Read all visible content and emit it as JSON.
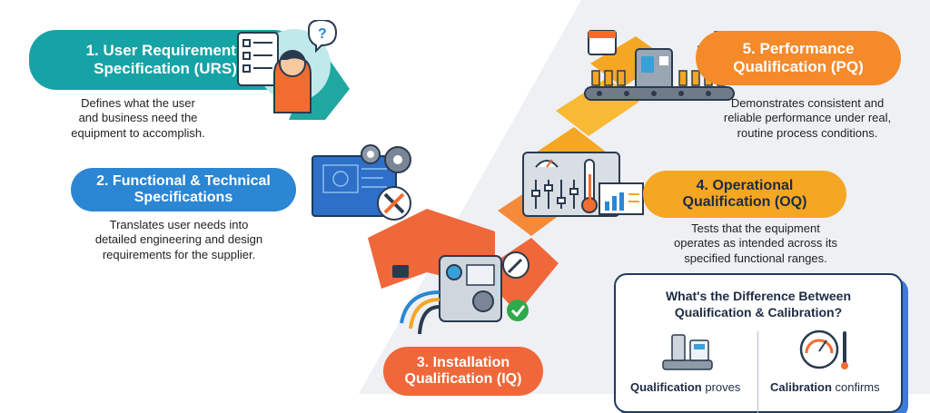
{
  "steps": [
    {
      "number": "1.",
      "title_line1": "User Requirements",
      "title_line2": "Specification (URS)",
      "desc_lines": [
        "Defines what the user",
        "and business need the",
        "equipment to accomplish."
      ],
      "color": "#16a3a6"
    },
    {
      "number": "2.",
      "title_line1": "Functional & Technical",
      "title_line2": "Specifications",
      "desc_lines": [
        "Translates user needs into",
        "detailed engineering and design",
        "requirements for the supplier."
      ],
      "color": "#2b86d4"
    },
    {
      "number": "3.",
      "title_line1": "Installation",
      "title_line2": "Qualification (IQ)",
      "desc_lines": [],
      "color": "#f0673a"
    },
    {
      "number": "4.",
      "title_line1": "Operational",
      "title_line2": "Qualification (OQ)",
      "desc_lines": [
        "Tests that the equipment",
        "operates as intended across its",
        "specified functional ranges."
      ],
      "color": "#f5a623"
    },
    {
      "number": "5.",
      "title_line1": "Performance",
      "title_line2": "Qualification (PQ)",
      "desc_lines": [
        "Demonstrates consistent and",
        "reliable performance under real,",
        "routine process conditions."
      ],
      "color": "#f58a2a"
    }
  ],
  "comparison": {
    "title_line1": "What's the Difference Between",
    "title_line2": "Qualification & Calibration?",
    "left_bold": "Qualification",
    "left_rest": " proves",
    "right_bold": "Calibration",
    "right_rest": " confirms"
  },
  "icons": [
    "checklist-person-icon",
    "blueprint-gears-icon",
    "equipment-plug-icon",
    "control-panel-gauge-icon",
    "production-line-icon",
    "machine-icon",
    "pressure-gauge-icon"
  ]
}
